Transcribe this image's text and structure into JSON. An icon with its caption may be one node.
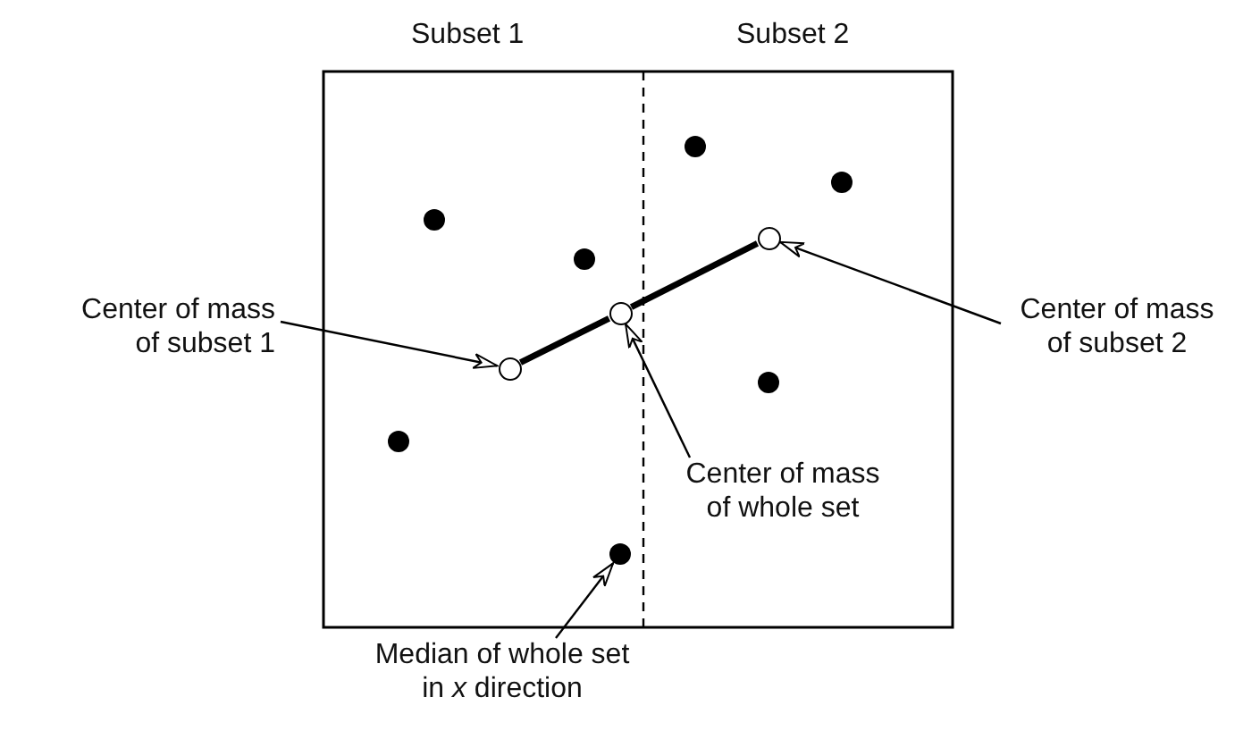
{
  "diagram": {
    "nodes": [
      {
        "text": [
          "Center of mass of subset 1"
        ]
      },
      {
        "text": [],
        "shape": "circle"
      },
      {
        "text": [
          "Center of mass of subset 2"
        ]
      },
      {
        "text": [],
        "shape": "circle"
      },
      {
        "text": [
          "Center of mass of whole set"
        ]
      },
      {
        "text": [],
        "shape": "circle"
      },
      {
        "text": [
          "Median of whole set in *x* direction"
        ]
      },
      {
        "text": [],
        "shape": "circle"
      }
    ],
    "edges": [
      {
        "from": 0,
        "to": 1,
        "arrow": "to"
      },
      {
        "from": 2,
        "to": 3,
        "arrow": "to"
      },
      {
        "from": 4,
        "to": 5,
        "arrow": "to"
      },
      {
        "from": 6,
        "to": 7,
        "arrow": "to"
      },
      {
        "from": 1,
        "to": 5,
        "arrow": "none",
        "style": "thick"
      },
      {
        "from": 5,
        "to": 3,
        "arrow": "none",
        "style": "thick"
      }
    ],
    "labels": [
      "Subset 1",
      "Subset 2"
    ]
  }
}
